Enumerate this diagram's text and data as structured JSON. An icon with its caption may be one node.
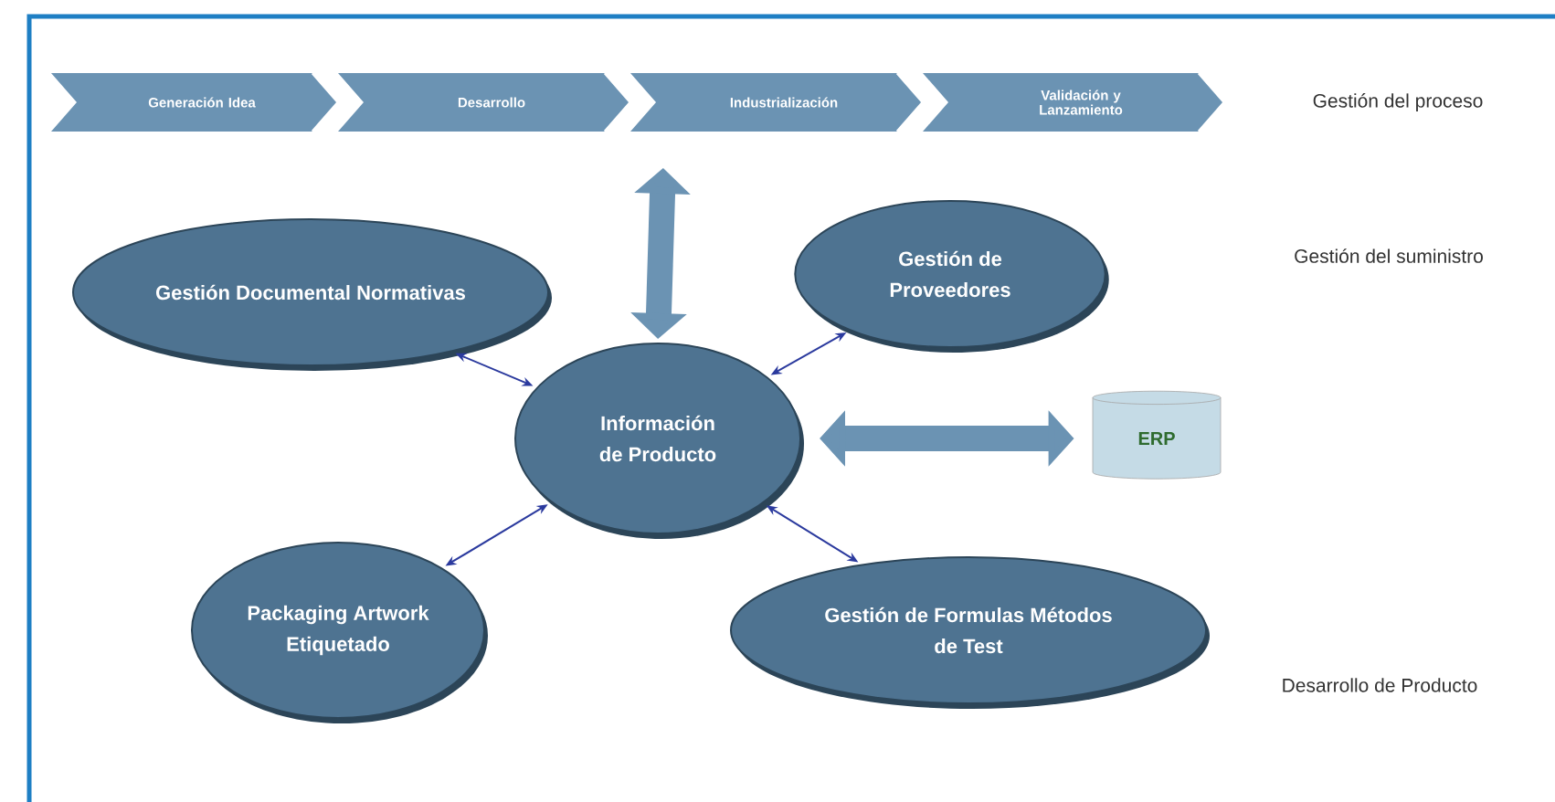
{
  "diagram": {
    "nodes": [
      {
        "text": [
          "Generación Idea"
        ]
      },
      {
        "text": [
          "Desarrollo"
        ]
      },
      {
        "text": [
          "Industrialización"
        ]
      },
      {
        "text": [
          "Validación y Lanzamiento"
        ]
      },
      {
        "text": [
          "Gestión Documental Normativas"
        ]
      },
      {
        "text": [
          "Gestión de Proveedores"
        ]
      },
      {
        "text": [
          "Información de Producto"
        ]
      },
      {
        "text": [
          "ERP"
        ]
      },
      {
        "text": [
          "Packaging Artwork Etiquetado"
        ]
      },
      {
        "text": [
          "Gestión de Formulas Métodos de Test"
        ]
      }
    ],
    "edges": [
      {
        "from": null,
        "to": 6,
        "arrow": "both",
        "style": "thick",
        "color": "#6b93b3"
      },
      {
        "from": 4,
        "to": 6,
        "arrow": "both"
      },
      {
        "from": 5,
        "to": 6,
        "arrow": "both"
      },
      {
        "from": 6,
        "to": 7,
        "arrow": "both",
        "style": "thick",
        "color": "#6b93b3"
      },
      {
        "from": 8,
        "to": 6,
        "arrow": "both"
      },
      {
        "from": 9,
        "to": 6,
        "arrow": "both"
      }
    ],
    "labels": [
      "Gestión del proceso",
      "Gestión del suministro",
      "Desarrollo de Producto"
    ]
  }
}
